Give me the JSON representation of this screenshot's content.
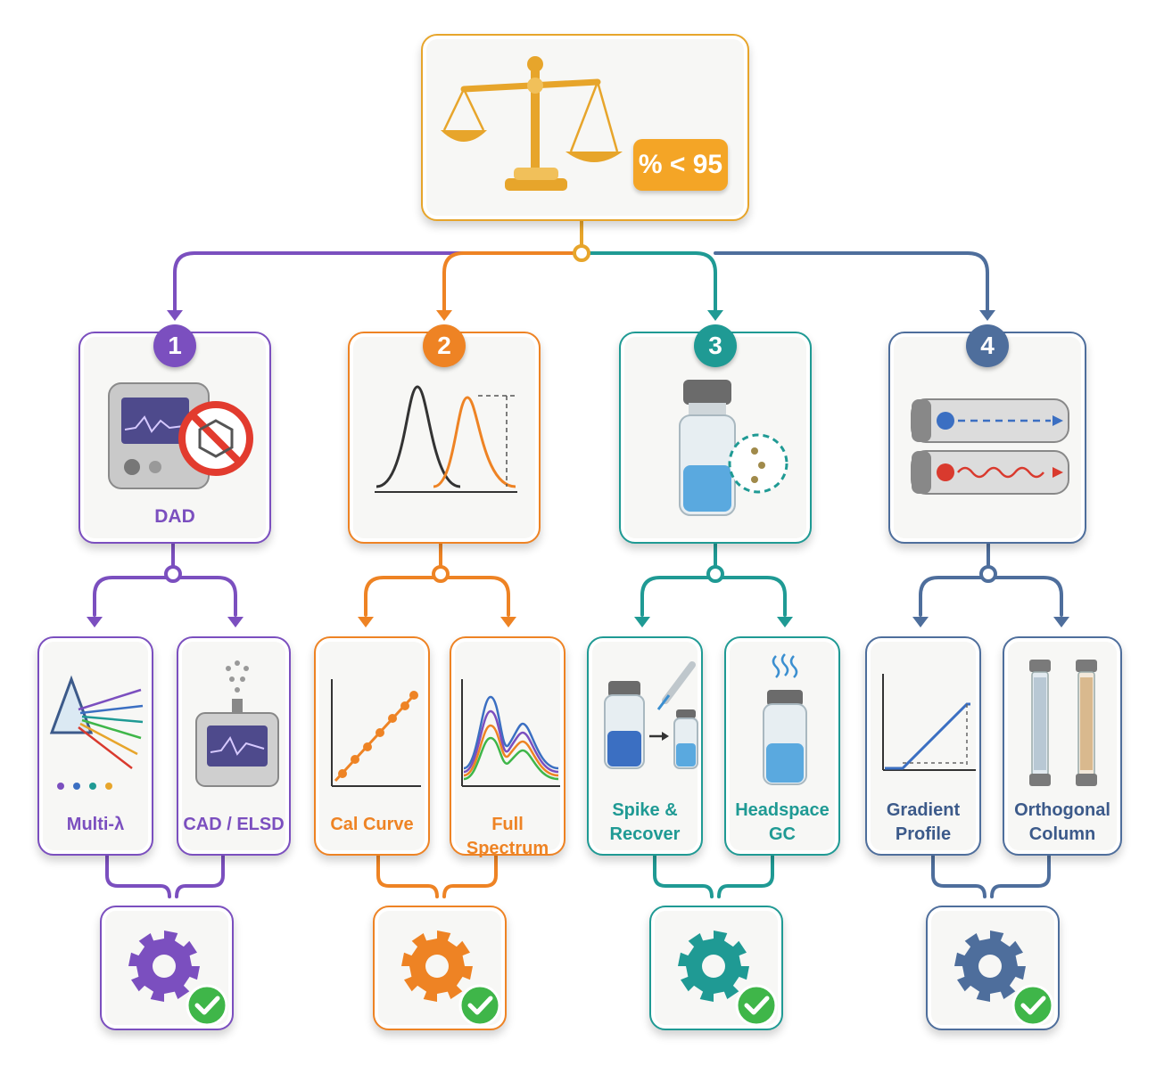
{
  "root": {
    "threshold_badge": "% < 95",
    "icon": "balance-scale-icon"
  },
  "colors": {
    "purple": "#7b4fbf",
    "orange": "#ee8324",
    "teal": "#1f9a94",
    "blue": "#4e6e9c",
    "gold": "#e7a52b",
    "green": "#3fb649"
  },
  "branches": [
    {
      "number": "1",
      "label": "DAD",
      "icon": "detector-no-chromophore-icon",
      "options": [
        {
          "label": "Multi-λ",
          "icon": "prism-icon"
        },
        {
          "label": "CAD / ELSD",
          "icon": "aerosol-detector-icon"
        }
      ],
      "result_icon": "gear-check-icon"
    },
    {
      "number": "2",
      "label": "",
      "icon": "peak-response-icon",
      "options": [
        {
          "label": "Cal Curve",
          "icon": "calibration-curve-icon"
        },
        {
          "label": "Full Spectrum",
          "icon": "spectrum-overlay-icon"
        }
      ],
      "result_icon": "gear-check-icon"
    },
    {
      "number": "3",
      "label": "",
      "icon": "vial-volatile-icon",
      "options": [
        {
          "label": "Spike &\nRecover",
          "icon": "spike-vial-icon"
        },
        {
          "label": "Headspace\nGC",
          "icon": "headspace-vial-icon"
        }
      ],
      "result_icon": "gear-check-icon"
    },
    {
      "number": "4",
      "label": "",
      "icon": "column-separation-icon",
      "options": [
        {
          "label": "Gradient\nProfile",
          "icon": "gradient-profile-icon"
        },
        {
          "label": "Orthogonal\nColumn",
          "icon": "orthogonal-column-icon"
        }
      ],
      "result_icon": "gear-check-icon"
    }
  ]
}
